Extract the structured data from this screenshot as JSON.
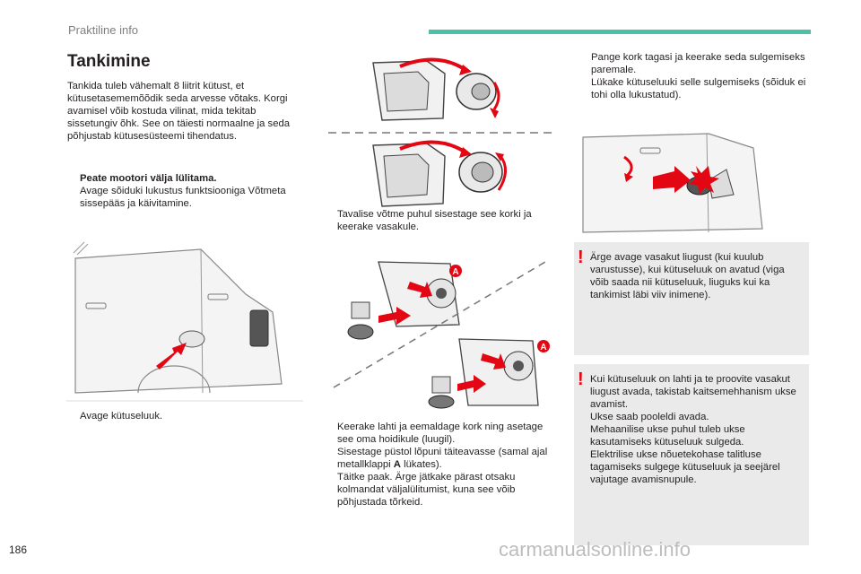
{
  "header": {
    "section": "Praktiline info",
    "accent_color": "#4cc1a6"
  },
  "title": "Tankimine",
  "intro": "Tankida tuleb vähemalt 8 liitrit kütust, et kütusetasememõõdik seda arvesse võtaks. Korgi avamisel võib kostuda vilinat, mida tekitab sissetungiv õhk. See on täiesti normaalne ja seda põhjustab kütusesüsteemi tihendatus.",
  "steps_left": [
    {
      "marker": "",
      "text": "Peate mootori välja lülitama.",
      "bold": true
    },
    {
      "marker": "",
      "text": "Avage sõiduki lukustus funktsiooniga Võtmeta sissepääs ja käivitamine."
    }
  ],
  "step_open_flap": {
    "marker": "",
    "text": "Avage kütuseluuk."
  },
  "step_key": {
    "marker": "",
    "text": "Tavalise võtme puhul sisestage see korki ja keerake vasakule."
  },
  "steps_middle": [
    {
      "marker": "",
      "text": "Keerake lahti ja eemaldage kork ning asetage see oma hoidikule (luugil)."
    },
    {
      "marker": "",
      "text_before": "Sisestage püstol lõpuni täiteavasse (samal ajal metallklappi ",
      "bold": "A",
      "text_after": " lükates)."
    },
    {
      "marker": "",
      "text": "Täitke paak. Ärge jätkake pärast otsaku kolmandat väljalülitumist, kuna see võib põhjustada tõrkeid."
    }
  ],
  "steps_right": [
    {
      "marker": "",
      "text": "Pange kork tagasi ja keerake seda sulgemiseks paremale."
    },
    {
      "marker": "",
      "text": "Lükake kütuseluuki selle sulgemiseks (sõiduk ei tohi olla lukustatud)."
    }
  ],
  "callout_label": "A",
  "warnings": [
    {
      "mark": "!",
      "text": "Ärge avage vasakut liugust (kui kuulub varustusse), kui kütuseluuk on avatud (viga võib saada nii kütuseluuk, liuguks kui ka tankimist läbi viiv inimene)."
    },
    {
      "mark": "!",
      "lines": [
        "Kui kütuseluuk on lahti ja te proovite vasakut liugust avada, takistab kaitsemehhanism ukse avamist.",
        "Ukse saab pooleldi avada.",
        "Mehaanilise ukse puhul tuleb ukse kasutamiseks kütuseluuk sulgeda.",
        "Elektrilise ukse nõuetekohase talitluse tagamiseks sulgege kütuseluuk ja seejärel vajutage avamisnupule."
      ]
    }
  ],
  "page_number": "186",
  "watermark": "carmanualsonline.info",
  "colors": {
    "arrow_red": "#e30613",
    "warning_bg": "#eaeaea"
  }
}
